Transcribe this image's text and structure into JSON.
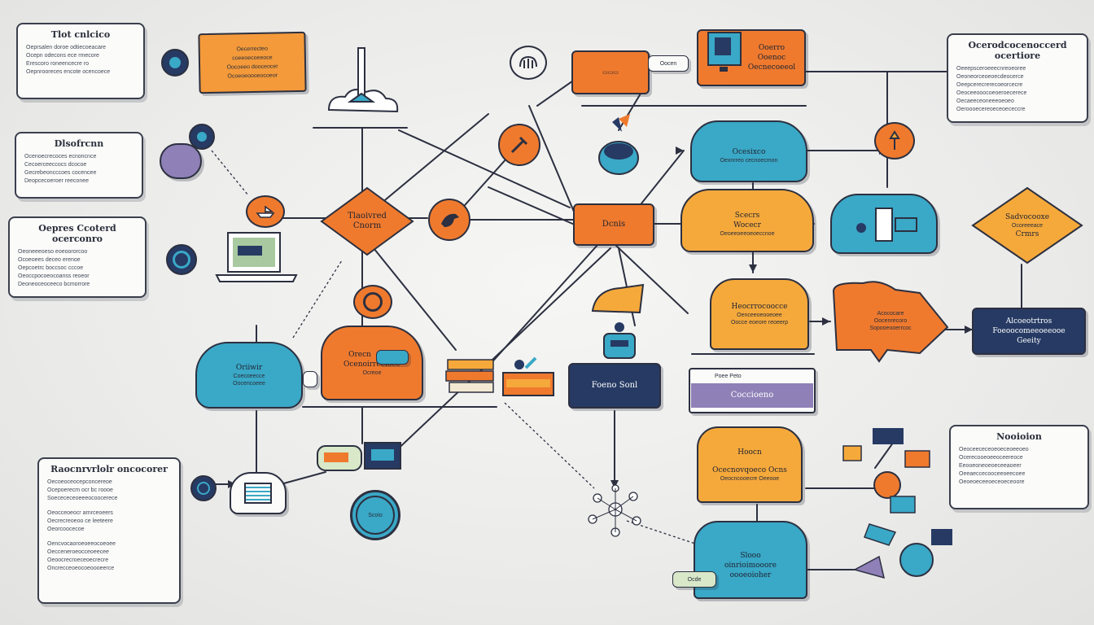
{
  "colors": {
    "orange": "#ef7a2e",
    "amber": "#f6a93b",
    "teal": "#3aa8c7",
    "navy": "#263a63",
    "lavender": "#8f80b7",
    "ink": "#2c3040"
  },
  "cards": {
    "top_left": {
      "title": "Tlot cnlcico",
      "lines": [
        "Oeprsalen doroe odtiecoeacare",
        "Ocepn odecons ece rmecore",
        "Erescoro roneencecre ro",
        "Oepnrooreces encote ocencoece"
      ]
    },
    "process": {
      "title": "Dlsofrcnn",
      "lines": [
        "Ocenoecrecoces ecnoncnce",
        "Cecoerceeccocs dcocoe",
        "Gecrebeoncccoes cocencee",
        "Deopcecoeroer reeconee"
      ]
    },
    "ocorco": {
      "title": "Oepres Ccoterd ocerconro",
      "lines": [
        "Oeoneeeoeso eoeoororcoo",
        "Ocoeoees deceo erenoe",
        "Oepcoetrc boccsoc cccoe",
        "Oeoccpocoeocoanss reoeor",
        "Deoneoceoceeco bcmorrore"
      ]
    },
    "bottom_left": {
      "title": "Raocnrvrlolr oncocorer",
      "lines": [
        "Oecoeoceocepconcereoe",
        "Ocepoerecm ocr bc roooe",
        "Soecececeoeeeocoocerece",
        "Oeocceoeocr arnrceoeers",
        "Oecrecreoeoo ce leeteere",
        "Oeorcoocecoe",
        "Oencvocaoroeoeeocoeoee",
        "Oecceneroeocceoeecee",
        "Oeoocrecroeceoecrecre",
        "Oncrecceoeocoeoooeerce"
      ]
    },
    "top_right": {
      "title": "Ocerodcocenoccerd ocertiore",
      "lines": [
        "Oeeepsceroeeecnreoeoree",
        "Oeoneorceoeoecdeocerce",
        "Oeepcerecrerecoeorcecre",
        "Oeoceeooocoeoeroecerece",
        "Oecaeeceoneeeoeoeo",
        "Oeroooecereoeceoececcre"
      ]
    },
    "bottom_right": {
      "title": "Nooioion",
      "lines": [
        "Oeoceececeoeoeceoeeoeo",
        "Ocerecooeoeeoceereoce",
        "Eeooeoneoeoeceeaoeer",
        "Oeeaeccecooceeoeecoee",
        "Oeoeoeceeoeceoeceoore"
      ]
    }
  },
  "nodes": {
    "top_orange_note": "Oecerrecteo\ncoeeoecoeeoce\nOocoeeo dooceocer\nOcoeoeoooeocoeor",
    "top_chip": "Oocen",
    "screen_box": {
      "line1": "Ooerro",
      "line2": "Ooenoc",
      "line3": "Oecnecoeeol"
    },
    "diamond_left": {
      "line1": "Tlaoivred",
      "line2": "Cnorm"
    },
    "hub": "Dcnis",
    "cloud_teal_top": {
      "line1": "Ocesixco",
      "line2": "Oexnrreo cecnoecmon"
    },
    "cloud_amber_mid": {
      "line1": "Scecrs",
      "line2": "Wocecr",
      "line3": "Oeoeeoeeoeoeccnoe"
    },
    "diamond_right": {
      "line1": "Sadvocooxe",
      "line2": "Ocoreeeace",
      "line3": "Crmrs"
    },
    "amber_box_mid": {
      "line1": "Heocrrocoocce",
      "line2": "Oenceeoeooeoee",
      "line3": "Oocce eoeore reoeerp"
    },
    "flag_orange": {
      "line1": "Acococare",
      "line2": "Oocenrecoro",
      "line3": "Sopooeooerrcoc"
    },
    "navy_right": {
      "line1": "Alcoeotrtros",
      "line2": "Foeoocomeeoeeooe",
      "line3": "Geeity"
    },
    "cloud_teal_left": {
      "line1": "Oriiwir",
      "line2": "Coecoeecce",
      "line3": "Oocencoeee"
    },
    "orange_cloud_left": {
      "line1": "Orecn",
      "line2": "Ocenoirreeioee",
      "line3": "Ocreoe"
    },
    "navy_center": "Foeno Sonl",
    "lavender_box": {
      "top": "Poee  Peto",
      "main": "Coccioeno"
    },
    "amber_box_low": {
      "line1": "Hoocn",
      "line2": "Ocecnovqoeco Ocns",
      "line3": "Oeocncooecre Oeeooe"
    },
    "teal_box_bottom": {
      "line1": "Slooo",
      "line2": "oinrioimooore",
      "line3": "oooeoioher"
    },
    "bottom_chip": "Ocde",
    "teal_circle": "Scoio"
  }
}
